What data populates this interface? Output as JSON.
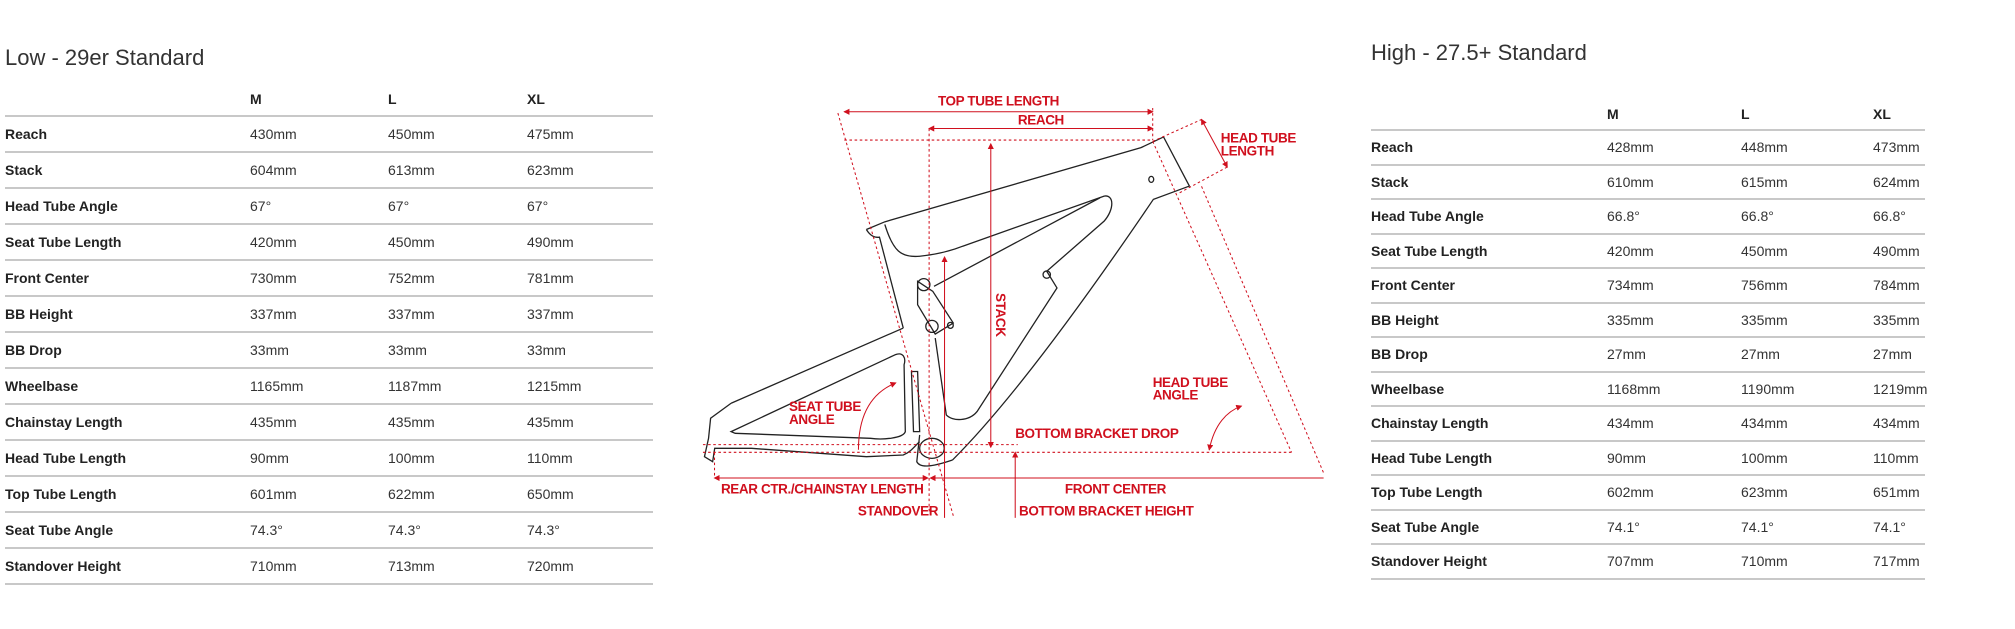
{
  "columns": [
    "M",
    "L",
    "XL"
  ],
  "left_table": {
    "title": "Low - 29er Standard",
    "rows": [
      {
        "label": "Reach",
        "values": [
          "430mm",
          "450mm",
          "475mm"
        ]
      },
      {
        "label": "Stack",
        "values": [
          "604mm",
          "613mm",
          "623mm"
        ]
      },
      {
        "label": "Head Tube Angle",
        "values": [
          "67°",
          "67°",
          "67°"
        ]
      },
      {
        "label": "Seat Tube Length",
        "values": [
          "420mm",
          "450mm",
          "490mm"
        ]
      },
      {
        "label": "Front Center",
        "values": [
          "730mm",
          "752mm",
          "781mm"
        ]
      },
      {
        "label": "BB Height",
        "values": [
          "337mm",
          "337mm",
          "337mm"
        ]
      },
      {
        "label": "BB Drop",
        "values": [
          "33mm",
          "33mm",
          "33mm"
        ]
      },
      {
        "label": "Wheelbase",
        "values": [
          "1165mm",
          "1187mm",
          "1215mm"
        ]
      },
      {
        "label": "Chainstay Length",
        "values": [
          "435mm",
          "435mm",
          "435mm"
        ]
      },
      {
        "label": "Head Tube Length",
        "values": [
          "90mm",
          "100mm",
          "110mm"
        ]
      },
      {
        "label": "Top Tube Length",
        "values": [
          "601mm",
          "622mm",
          "650mm"
        ]
      },
      {
        "label": "Seat Tube Angle",
        "values": [
          "74.3°",
          "74.3°",
          "74.3°"
        ]
      },
      {
        "label": "Standover Height",
        "values": [
          "710mm",
          "713mm",
          "720mm"
        ]
      }
    ]
  },
  "right_table": {
    "title": "High - 27.5+ Standard",
    "rows": [
      {
        "label": "Reach",
        "values": [
          "428mm",
          "448mm",
          "473mm"
        ]
      },
      {
        "label": "Stack",
        "values": [
          "610mm",
          "615mm",
          "624mm"
        ]
      },
      {
        "label": "Head Tube Angle",
        "values": [
          "66.8°",
          "66.8°",
          "66.8°"
        ]
      },
      {
        "label": "Seat Tube Length",
        "values": [
          "420mm",
          "450mm",
          "490mm"
        ]
      },
      {
        "label": "Front Center",
        "values": [
          "734mm",
          "756mm",
          "784mm"
        ]
      },
      {
        "label": "BB Height",
        "values": [
          "335mm",
          "335mm",
          "335mm"
        ]
      },
      {
        "label": "BB Drop",
        "values": [
          "27mm",
          "27mm",
          "27mm"
        ]
      },
      {
        "label": "Wheelbase",
        "values": [
          "1168mm",
          "1190mm",
          "1219mm"
        ]
      },
      {
        "label": "Chainstay Length",
        "values": [
          "434mm",
          "434mm",
          "434mm"
        ]
      },
      {
        "label": "Head Tube Length",
        "values": [
          "90mm",
          "100mm",
          "110mm"
        ]
      },
      {
        "label": "Top Tube Length",
        "values": [
          "602mm",
          "623mm",
          "651mm"
        ]
      },
      {
        "label": "Seat Tube Angle",
        "values": [
          "74.1°",
          "74.1°",
          "74.1°"
        ]
      },
      {
        "label": "Standover Height",
        "values": [
          "707mm",
          "710mm",
          "717mm"
        ]
      }
    ]
  },
  "diagram": {
    "accent_color": "#d0101e",
    "labels": {
      "top_tube_length": "TOP TUBE LENGTH",
      "reach": "REACH",
      "head_tube_length_1": "HEAD TUBE",
      "head_tube_length_2": "LENGTH",
      "stack": "STACK",
      "seat_tube_angle_1": "SEAT TUBE",
      "seat_tube_angle_2": "ANGLE",
      "head_tube_angle_1": "HEAD TUBE",
      "head_tube_angle_2": "ANGLE",
      "bottom_bracket_drop": "BOTTOM BRACKET DROP",
      "rear_center": "REAR CTR./CHAINSTAY LENGTH",
      "front_center": "FRONT CENTER",
      "standover": "STANDOVER",
      "bottom_bracket_height": "BOTTOM BRACKET HEIGHT"
    }
  }
}
